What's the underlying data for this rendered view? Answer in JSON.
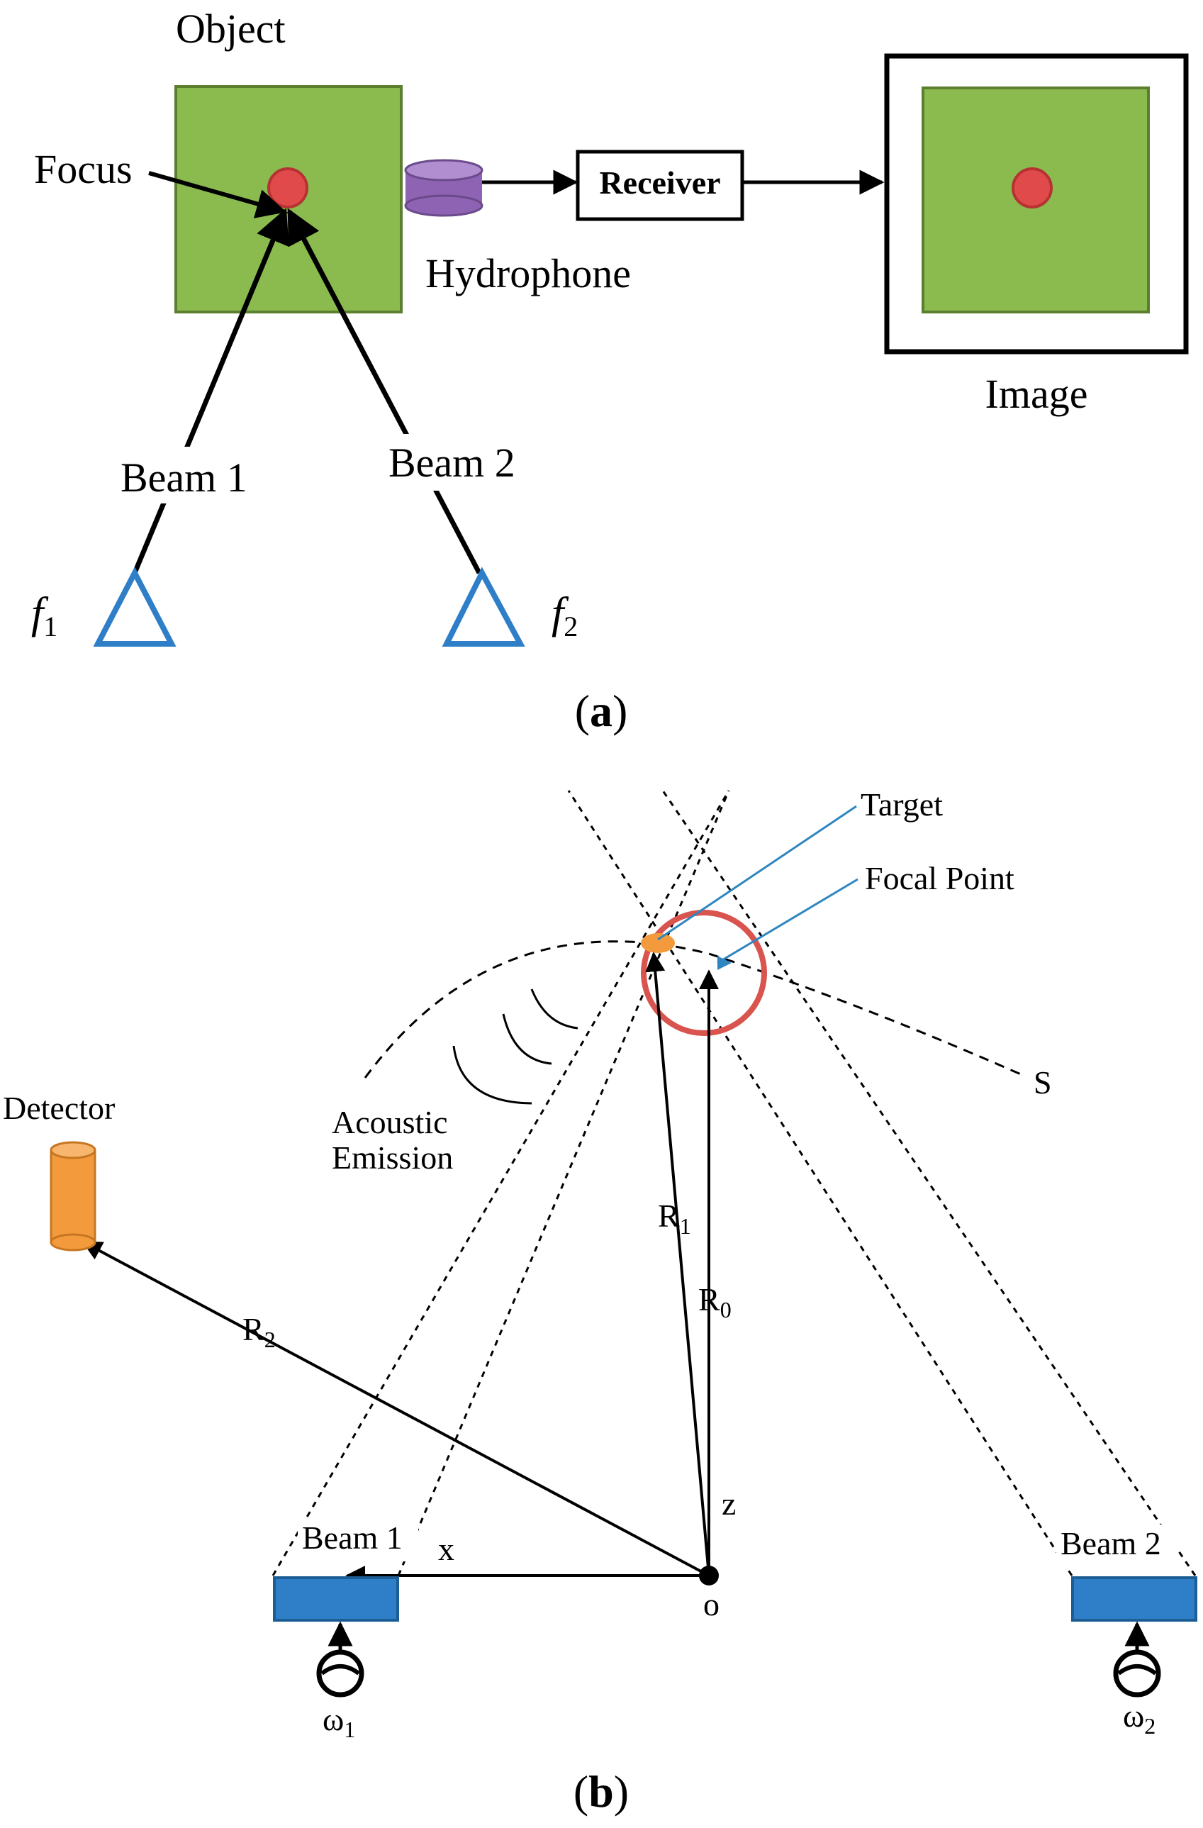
{
  "panel_a": {
    "object_label": "Object",
    "focus_label": "Focus",
    "receiver_label": "Receiver",
    "hydrophone_label": "Hydrophone",
    "image_label": "Image",
    "beam1_label": "Beam 1",
    "beam2_label": "Beam 2",
    "source1": {
      "base": "f",
      "sub": "1"
    },
    "source2": {
      "base": "f",
      "sub": "2"
    },
    "panel_open": "(",
    "panel_letter": "a",
    "panel_close": ")"
  },
  "panel_b": {
    "target_label": "Target",
    "focal_point_label": "Focal Point",
    "s_label": "S",
    "detector_label": "Detector",
    "acoustic_label_1": "Acoustic",
    "acoustic_label_2": "Emission",
    "r1": {
      "base": "R",
      "sub": "1"
    },
    "r0": {
      "base": "R",
      "sub": "0"
    },
    "r2": {
      "base": "R",
      "sub": "2"
    },
    "z_label": "z",
    "x_label": "x",
    "o_label": "o",
    "beam1_label": "Beam 1",
    "beam2_label": "Beam 2",
    "omega1": {
      "base": "ω",
      "sub": "1"
    },
    "omega2": {
      "base": "ω",
      "sub": "2"
    },
    "panel_open": "(",
    "panel_letter": "b",
    "panel_close": ")"
  },
  "colors": {
    "object_green": "#8bbb4f",
    "focus_red": "#e04a4a",
    "hydrophone_purple": "#8e63b3",
    "transducer_blue": "#2e7fc7",
    "detector_orange": "#f39a3c",
    "target_circle": "#d9534f",
    "pointer_blue": "#2e86c1"
  }
}
